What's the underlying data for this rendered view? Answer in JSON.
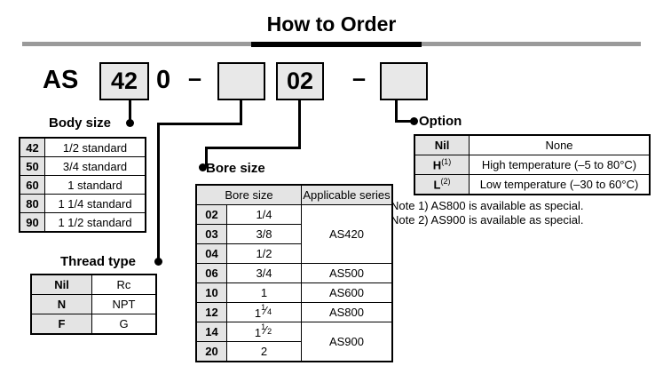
{
  "header": {
    "title": "How to Order"
  },
  "part_number": {
    "prefix": "AS",
    "body_size_value": "42",
    "series_digit": "0",
    "dash1": "–",
    "thread_type_value": "",
    "bore_size_value": "02",
    "dash2": "–",
    "option_value": ""
  },
  "sections": {
    "body_size": {
      "caption": "Body size",
      "rows": [
        {
          "code": "42",
          "desc": "1/2 standard"
        },
        {
          "code": "50",
          "desc": "3/4 standard"
        },
        {
          "code": "60",
          "desc": "1 standard"
        },
        {
          "code": "80",
          "desc": "1 1/4 standard"
        },
        {
          "code": "90",
          "desc": "1 1/2 standard"
        }
      ]
    },
    "thread_type": {
      "caption": "Thread type",
      "rows": [
        {
          "code": "Nil",
          "desc": "Rc"
        },
        {
          "code": "N",
          "desc": "NPT"
        },
        {
          "code": "F",
          "desc": "G"
        }
      ]
    },
    "bore_size": {
      "caption": "Bore size",
      "headers": {
        "bore_size": "Bore size",
        "applicable_series": "Applicable series"
      },
      "rows": [
        {
          "code": "02",
          "size": "1/4",
          "series": "AS420",
          "series_rowspan": 3
        },
        {
          "code": "03",
          "size": "3/8"
        },
        {
          "code": "04",
          "size": "1/2"
        },
        {
          "code": "06",
          "size": "3/4",
          "series": "AS500",
          "series_rowspan": 1
        },
        {
          "code": "10",
          "size": "1",
          "series": "AS600",
          "series_rowspan": 1
        },
        {
          "code": "12",
          "size": "1 1/4",
          "series": "AS800",
          "series_rowspan": 1
        },
        {
          "code": "14",
          "size": "1 1/2",
          "series": "AS900",
          "series_rowspan": 2
        },
        {
          "code": "20",
          "size": "2"
        }
      ]
    },
    "option": {
      "caption": "Option",
      "rows": [
        {
          "code": "Nil",
          "footnote": "",
          "desc": "None"
        },
        {
          "code": "H",
          "footnote": "(1)",
          "desc": "High temperature (–5 to 80°C)"
        },
        {
          "code": "L",
          "footnote": "(2)",
          "desc": "Low temperature (–30 to 60°C)"
        }
      ],
      "notes": [
        "Note 1) AS800 is available as special.",
        "Note 2) AS900 is available as special."
      ]
    }
  },
  "colors": {
    "rule_gray": "#9a9a9a",
    "rule_black": "#000000",
    "box_fill": "#e8e8e8",
    "table_key_fill": "#e4e4e4",
    "line": "#000000"
  }
}
